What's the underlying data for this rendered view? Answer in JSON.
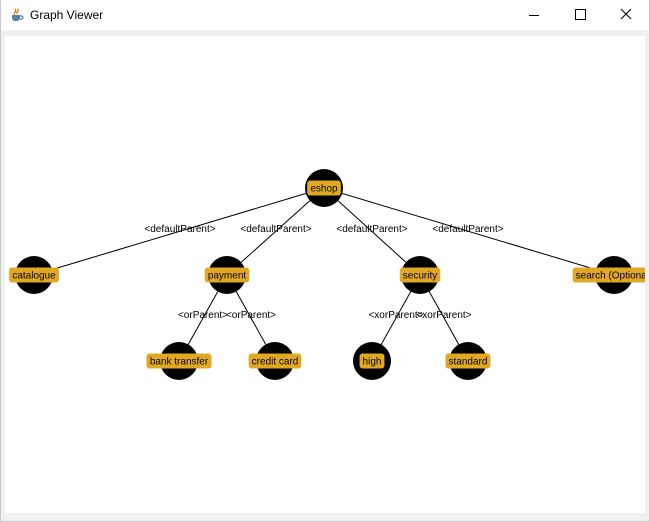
{
  "window": {
    "title": "Graph Viewer",
    "app_icon": "java-coffee-cup-icon",
    "controls": {
      "minimize_icon": "minimize-icon",
      "maximize_icon": "maximize-icon",
      "close_icon": "close-icon"
    }
  },
  "graph": {
    "colors": {
      "node_fill": "#000000",
      "label_fill": "#e0a823",
      "edge": "#000000",
      "label_text": "#000000"
    },
    "nodes": [
      {
        "id": "eshop",
        "label": "eshop"
      },
      {
        "id": "catalogue",
        "label": "catalogue"
      },
      {
        "id": "payment",
        "label": "payment"
      },
      {
        "id": "security",
        "label": "security"
      },
      {
        "id": "search",
        "label": "search (Optional)"
      },
      {
        "id": "bank_transfer",
        "label": "bank transfer"
      },
      {
        "id": "credit_card",
        "label": "credit card"
      },
      {
        "id": "high",
        "label": "high"
      },
      {
        "id": "standard",
        "label": "standard"
      }
    ],
    "edges": [
      {
        "from": "eshop",
        "to": "catalogue",
        "label": "<defaultParent>"
      },
      {
        "from": "eshop",
        "to": "payment",
        "label": "<defaultParent>"
      },
      {
        "from": "eshop",
        "to": "security",
        "label": "<defaultParent>"
      },
      {
        "from": "eshop",
        "to": "search",
        "label": "<defaultParent>"
      },
      {
        "from": "payment",
        "to": "bank_transfer",
        "label": "<orParent>"
      },
      {
        "from": "payment",
        "to": "credit_card",
        "label": "<orParent>"
      },
      {
        "from": "security",
        "to": "high",
        "label": "<xorParent>"
      },
      {
        "from": "security",
        "to": "standard",
        "label": "<xorParent>"
      }
    ]
  }
}
